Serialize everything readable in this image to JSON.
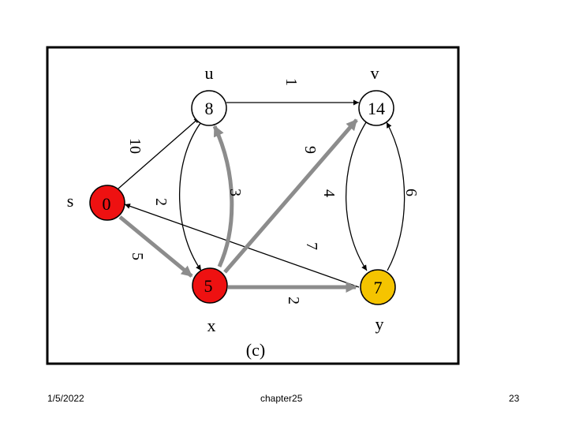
{
  "caption": "(c)",
  "nodes": {
    "s": {
      "label": "s",
      "value": "0",
      "fill": "#ee1111"
    },
    "u": {
      "label": "u",
      "value": "8",
      "fill": "#ffffff"
    },
    "v": {
      "label": "v",
      "value": "14",
      "fill": "#ffffff"
    },
    "x": {
      "label": "x",
      "value": "5",
      "fill": "#ee1111"
    },
    "y": {
      "label": "y",
      "value": "7",
      "fill": "#f5c400"
    }
  },
  "edges": {
    "u_v": {
      "weight": "1"
    },
    "s_u": {
      "weight": "10"
    },
    "x_u": {
      "weight": "3"
    },
    "u_x": {
      "weight": "2"
    },
    "x_v": {
      "weight": "9"
    },
    "v_y": {
      "weight": "4"
    },
    "y_v": {
      "weight": "6"
    },
    "s_x": {
      "weight": "5"
    },
    "x_y": {
      "weight": "2"
    },
    "y_s": {
      "weight": "7"
    }
  },
  "footer": {
    "date": "1/5/2022",
    "chapter": "chapter25",
    "page": "23"
  },
  "colors": {
    "tree_edge": "#8c8c8c",
    "edge": "#000000",
    "frame": "#000000"
  }
}
